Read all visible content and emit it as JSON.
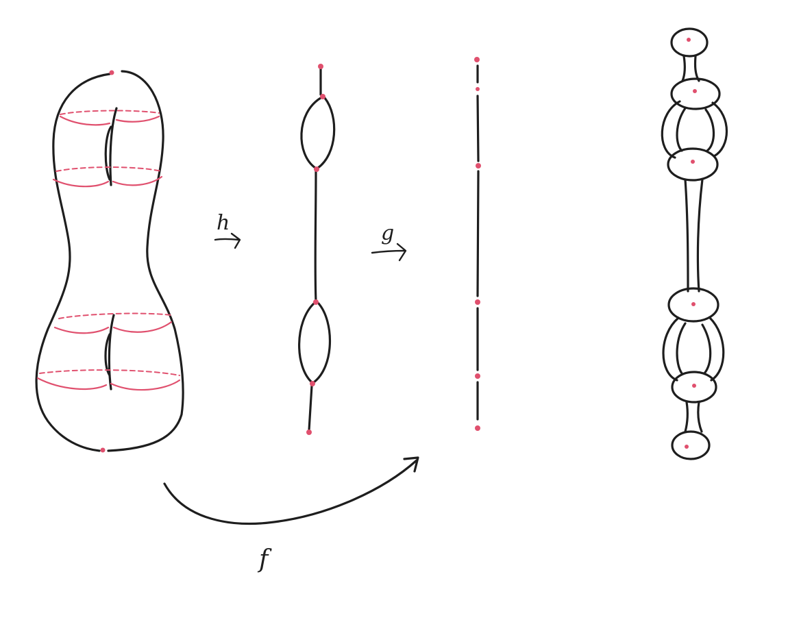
{
  "labels": {
    "map_h": "h",
    "map_g": "g",
    "map_f": "f"
  },
  "colors": {
    "ink": "#1e1e1e",
    "level_sets": "#e0506e"
  },
  "figures": [
    "genus-two-surface",
    "reeb-graph",
    "interval",
    "thickened-reeb-graph"
  ]
}
